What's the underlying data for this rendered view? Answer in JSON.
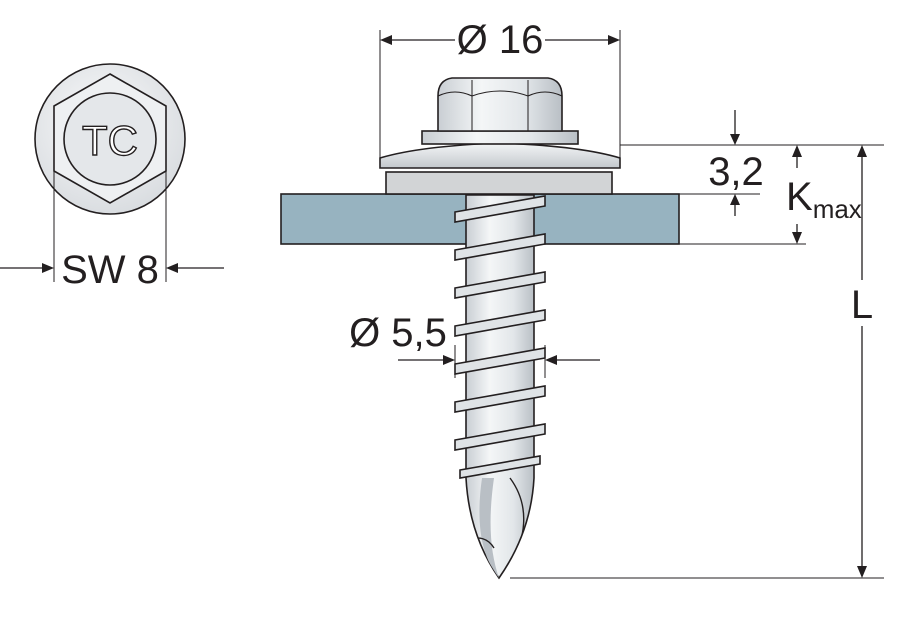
{
  "top_view": {
    "head_mark": "TC",
    "wrench_size": "SW 8"
  },
  "side_view": {
    "washer_diameter": "Ø 16",
    "washer_thickness": "3,2",
    "head_height_symbol": "K",
    "head_height_subscript": "max",
    "thread_diameter": "Ø 5,5",
    "length_symbol": "L"
  }
}
